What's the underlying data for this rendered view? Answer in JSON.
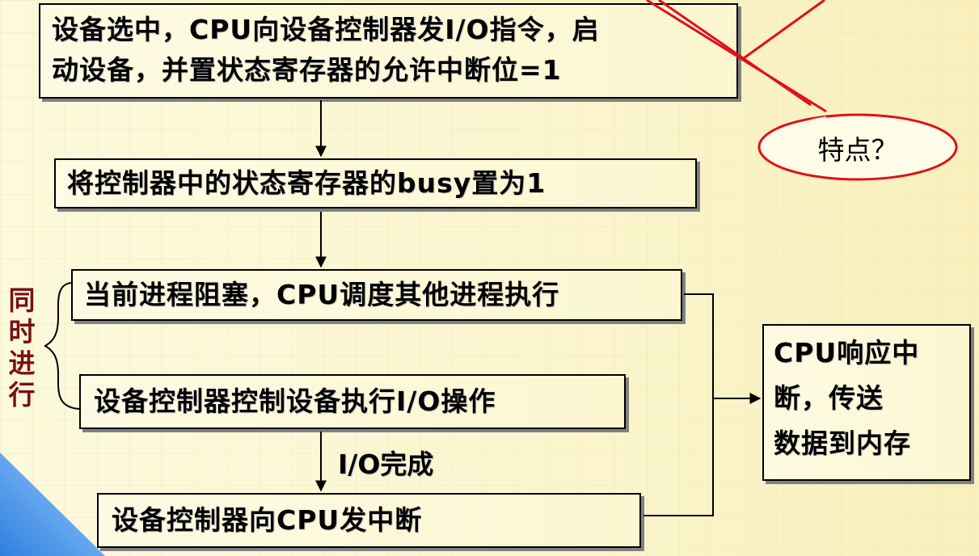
{
  "steps": [
    {
      "id": "step-1",
      "lines": [
        "设备选中，CPU向设备控制器发I/O指令，启",
        "动设备，并置状态寄存器的允许中断位=1"
      ]
    },
    {
      "id": "step-2",
      "lines": [
        "将控制器中的状态寄存器的busy置为1"
      ]
    },
    {
      "id": "step-3",
      "lines": [
        "当前进程阻塞，CPU调度其他进程执行"
      ]
    },
    {
      "id": "step-4",
      "lines": [
        "设备控制器控制设备执行I/O操作"
      ]
    },
    {
      "id": "step-5",
      "lines": [
        "设备控制器向CPU发中断"
      ]
    },
    {
      "id": "step-6",
      "lines": [
        "CPU响应中",
        "断，传送",
        "数据到内存"
      ]
    }
  ],
  "concurrent_label": [
    "同",
    "时",
    "进",
    "行"
  ],
  "edge_label": "I/O完成",
  "callout": {
    "text": "特点？"
  },
  "colors": {
    "background": "#fbf7d4",
    "box_border": "#000000",
    "box_shadow": "#808080",
    "callout_stroke": "#e0101a",
    "side_label": "#7a0f16",
    "corner_decoration": "#3f8fe8"
  }
}
